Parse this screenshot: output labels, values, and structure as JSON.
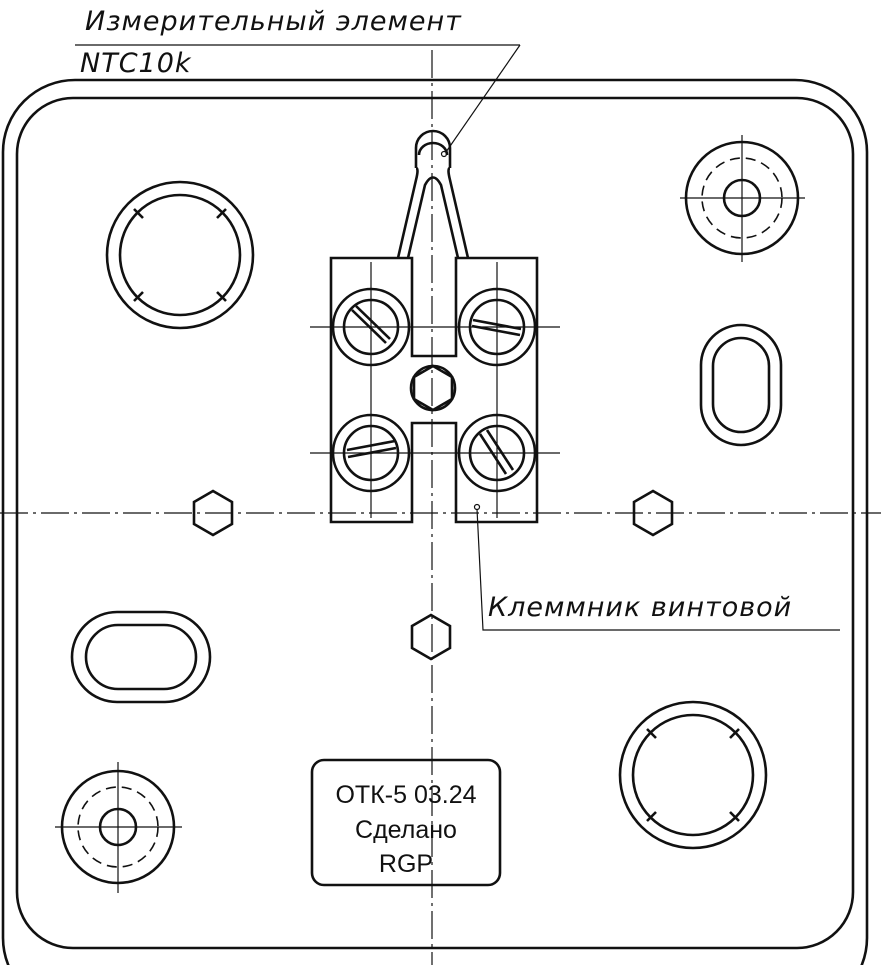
{
  "callouts": {
    "sensor_title": "Измерительный элемент",
    "sensor_type": "NTC10k",
    "terminal": "Клеммник винтовой"
  },
  "stamp": {
    "line1": "ОТК-5  03.24",
    "line2": "Сделано",
    "line3": "RGP"
  }
}
